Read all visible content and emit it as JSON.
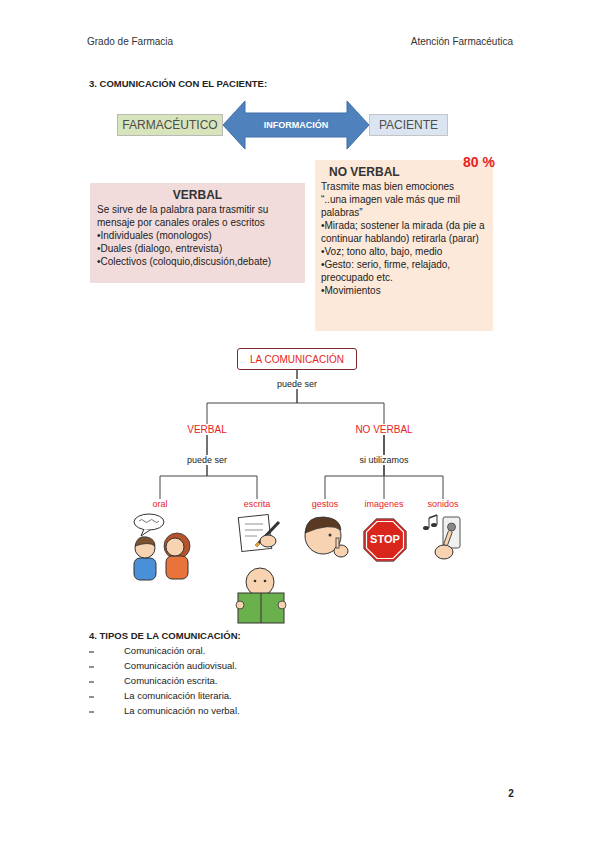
{
  "diagram": {
    "title": "3. COMUNICACIÓN CON EL PACIENTE:",
    "nodes": [
      {
        "text": [
          "FARMACÉUTICO"
        ]
      },
      {
        "text": [
          "PACIENTE"
        ]
      },
      {
        "text": [
          "VERBAL",
          "Se sirve de la palabra para trasmitir su mensaje por canales orales o escritos",
          "•Individuales (monologos)",
          "•Duales (dialogo, entrevista)",
          "•Colectivos (coloquio,discusión,debate)"
        ]
      },
      {
        "text": [
          "NO VERBAL",
          "80 %",
          "Trasmite mas bien emociones",
          "“..una imagen vale más que mil palabras”",
          "•Mirada; sostener la mirada (da pie a continuar hablando) retirarla (parar)",
          "•Voz; tono alto, bajo, medio",
          "•Gesto: serio, firme, relajado, preocupado etc.",
          "•Movimientos"
        ]
      },
      {
        "text": [
          "LA COMUNICACIÓN"
        ]
      },
      {
        "text": [
          "VERBAL"
        ]
      },
      {
        "text": [
          "NO VERBAL"
        ]
      },
      {
        "text": [
          "oral"
        ]
      },
      {
        "text": [
          "escrita"
        ]
      },
      {
        "text": [
          "gestos"
        ]
      },
      {
        "text": [
          "imagenes"
        ]
      },
      {
        "text": [
          "sonidos"
        ]
      }
    ],
    "edges": [
      {
        "from": 0,
        "to": 1,
        "arrow": "both",
        "label": "INFORMACIÓN"
      },
      {
        "from": 4,
        "to": 5,
        "arrow": "none"
      },
      {
        "from": 4,
        "to": 6,
        "arrow": "none"
      },
      {
        "from": 5,
        "to": 7,
        "arrow": "none"
      },
      {
        "from": 5,
        "to": 8,
        "arrow": "none"
      },
      {
        "from": 6,
        "to": 9,
        "arrow": "none"
      },
      {
        "from": 6,
        "to": 10,
        "arrow": "none"
      },
      {
        "from": 6,
        "to": 11,
        "arrow": "none"
      }
    ],
    "labels": [
      "Grado de Farmacia",
      "Atención Farmacéutica",
      "puede ser",
      "puede ser",
      "si utilizamos",
      "STOP",
      "4. TIPOS DE LA COMUNICACIÓN:",
      "Comunicación oral.",
      "Comunicación audiovisual.",
      "Comunicación escrita.",
      "La comunicación literaria.",
      "La comunicación no verbal.",
      "2"
    ]
  }
}
